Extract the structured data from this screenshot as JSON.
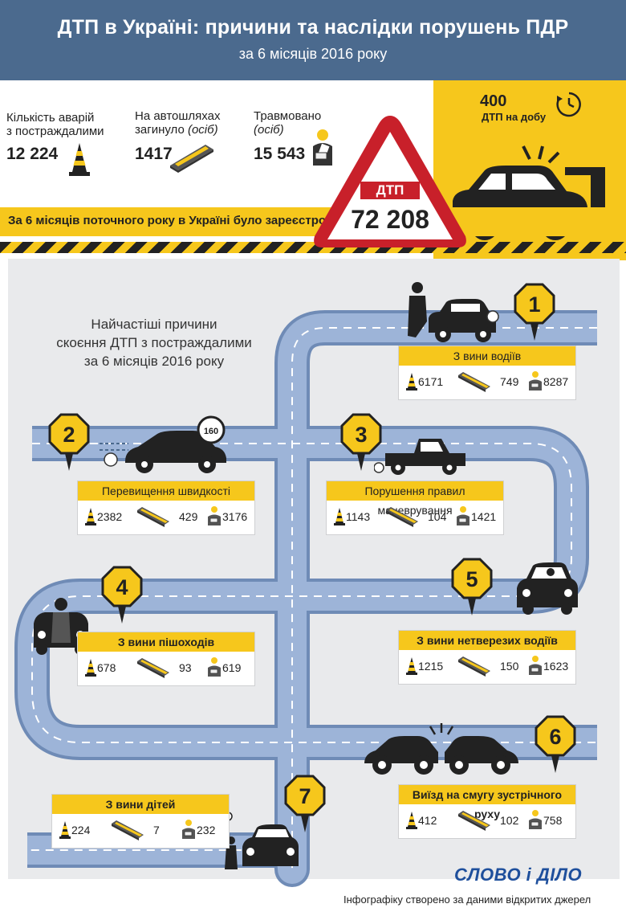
{
  "header": {
    "title": "ДТП в Україні: причини та наслідки порушень ПДР",
    "subtitle": "за 6 місяців 2016 року"
  },
  "stats": {
    "accidents_label_1": "Кількість аварій",
    "accidents_label_2": "з постраждалими",
    "accidents_value": "12 224",
    "killed_label_1": "На автошляхах",
    "killed_label_2": "загинуло",
    "killed_unit": "(осіб)",
    "killed_value": "1417",
    "injured_label_1": "Травмовано",
    "injured_unit": "(осіб)",
    "injured_value": "15 543",
    "per_day_value": "400",
    "per_day_label": "ДТП на добу",
    "registered_text": "За 6 місяців поточного року в Україні було зареєстровано:",
    "dtp_label": "ДТП",
    "dtp_total": "72 208"
  },
  "main": {
    "title_1": "Найчастіші причини",
    "title_2": "скоєння ДТП з постраждалими",
    "title_3": "за 6 місяців 2016 року"
  },
  "causes": [
    {
      "num": "1",
      "label": "З вини водіїв",
      "accidents": "6171",
      "killed": "749",
      "injured": "8287"
    },
    {
      "num": "2",
      "label": "Перевищення швидкості",
      "accidents": "2382",
      "killed": "429",
      "injured": "3176"
    },
    {
      "num": "3",
      "label": "Порушення правил маневрування",
      "accidents": "1143",
      "killed": "104",
      "injured": "1421"
    },
    {
      "num": "4",
      "label": "З вини пішоходів",
      "accidents": "678",
      "killed": "93",
      "injured": "619"
    },
    {
      "num": "5",
      "label": "З вини нетверезих водіїв",
      "accidents": "1215",
      "killed": "150",
      "injured": "1623"
    },
    {
      "num": "6",
      "label": "Виїзд на смугу зустрічного руху",
      "accidents": "412",
      "killed": "102",
      "injured": "758"
    },
    {
      "num": "7",
      "label": "З вини дітей",
      "accidents": "224",
      "killed": "7",
      "injured": "232"
    }
  ],
  "speed_sign": "160",
  "footer": {
    "logo": "СЛОВО і ДІЛО",
    "source": "Інфографіку створено за даними відкритих джерел"
  },
  "colors": {
    "header_bg": "#4b6a8e",
    "accent_yellow": "#f6c71c",
    "road_blue": "#9db4d8",
    "dtp_red": "#c8202a",
    "logo_blue": "#1e4f9c"
  }
}
